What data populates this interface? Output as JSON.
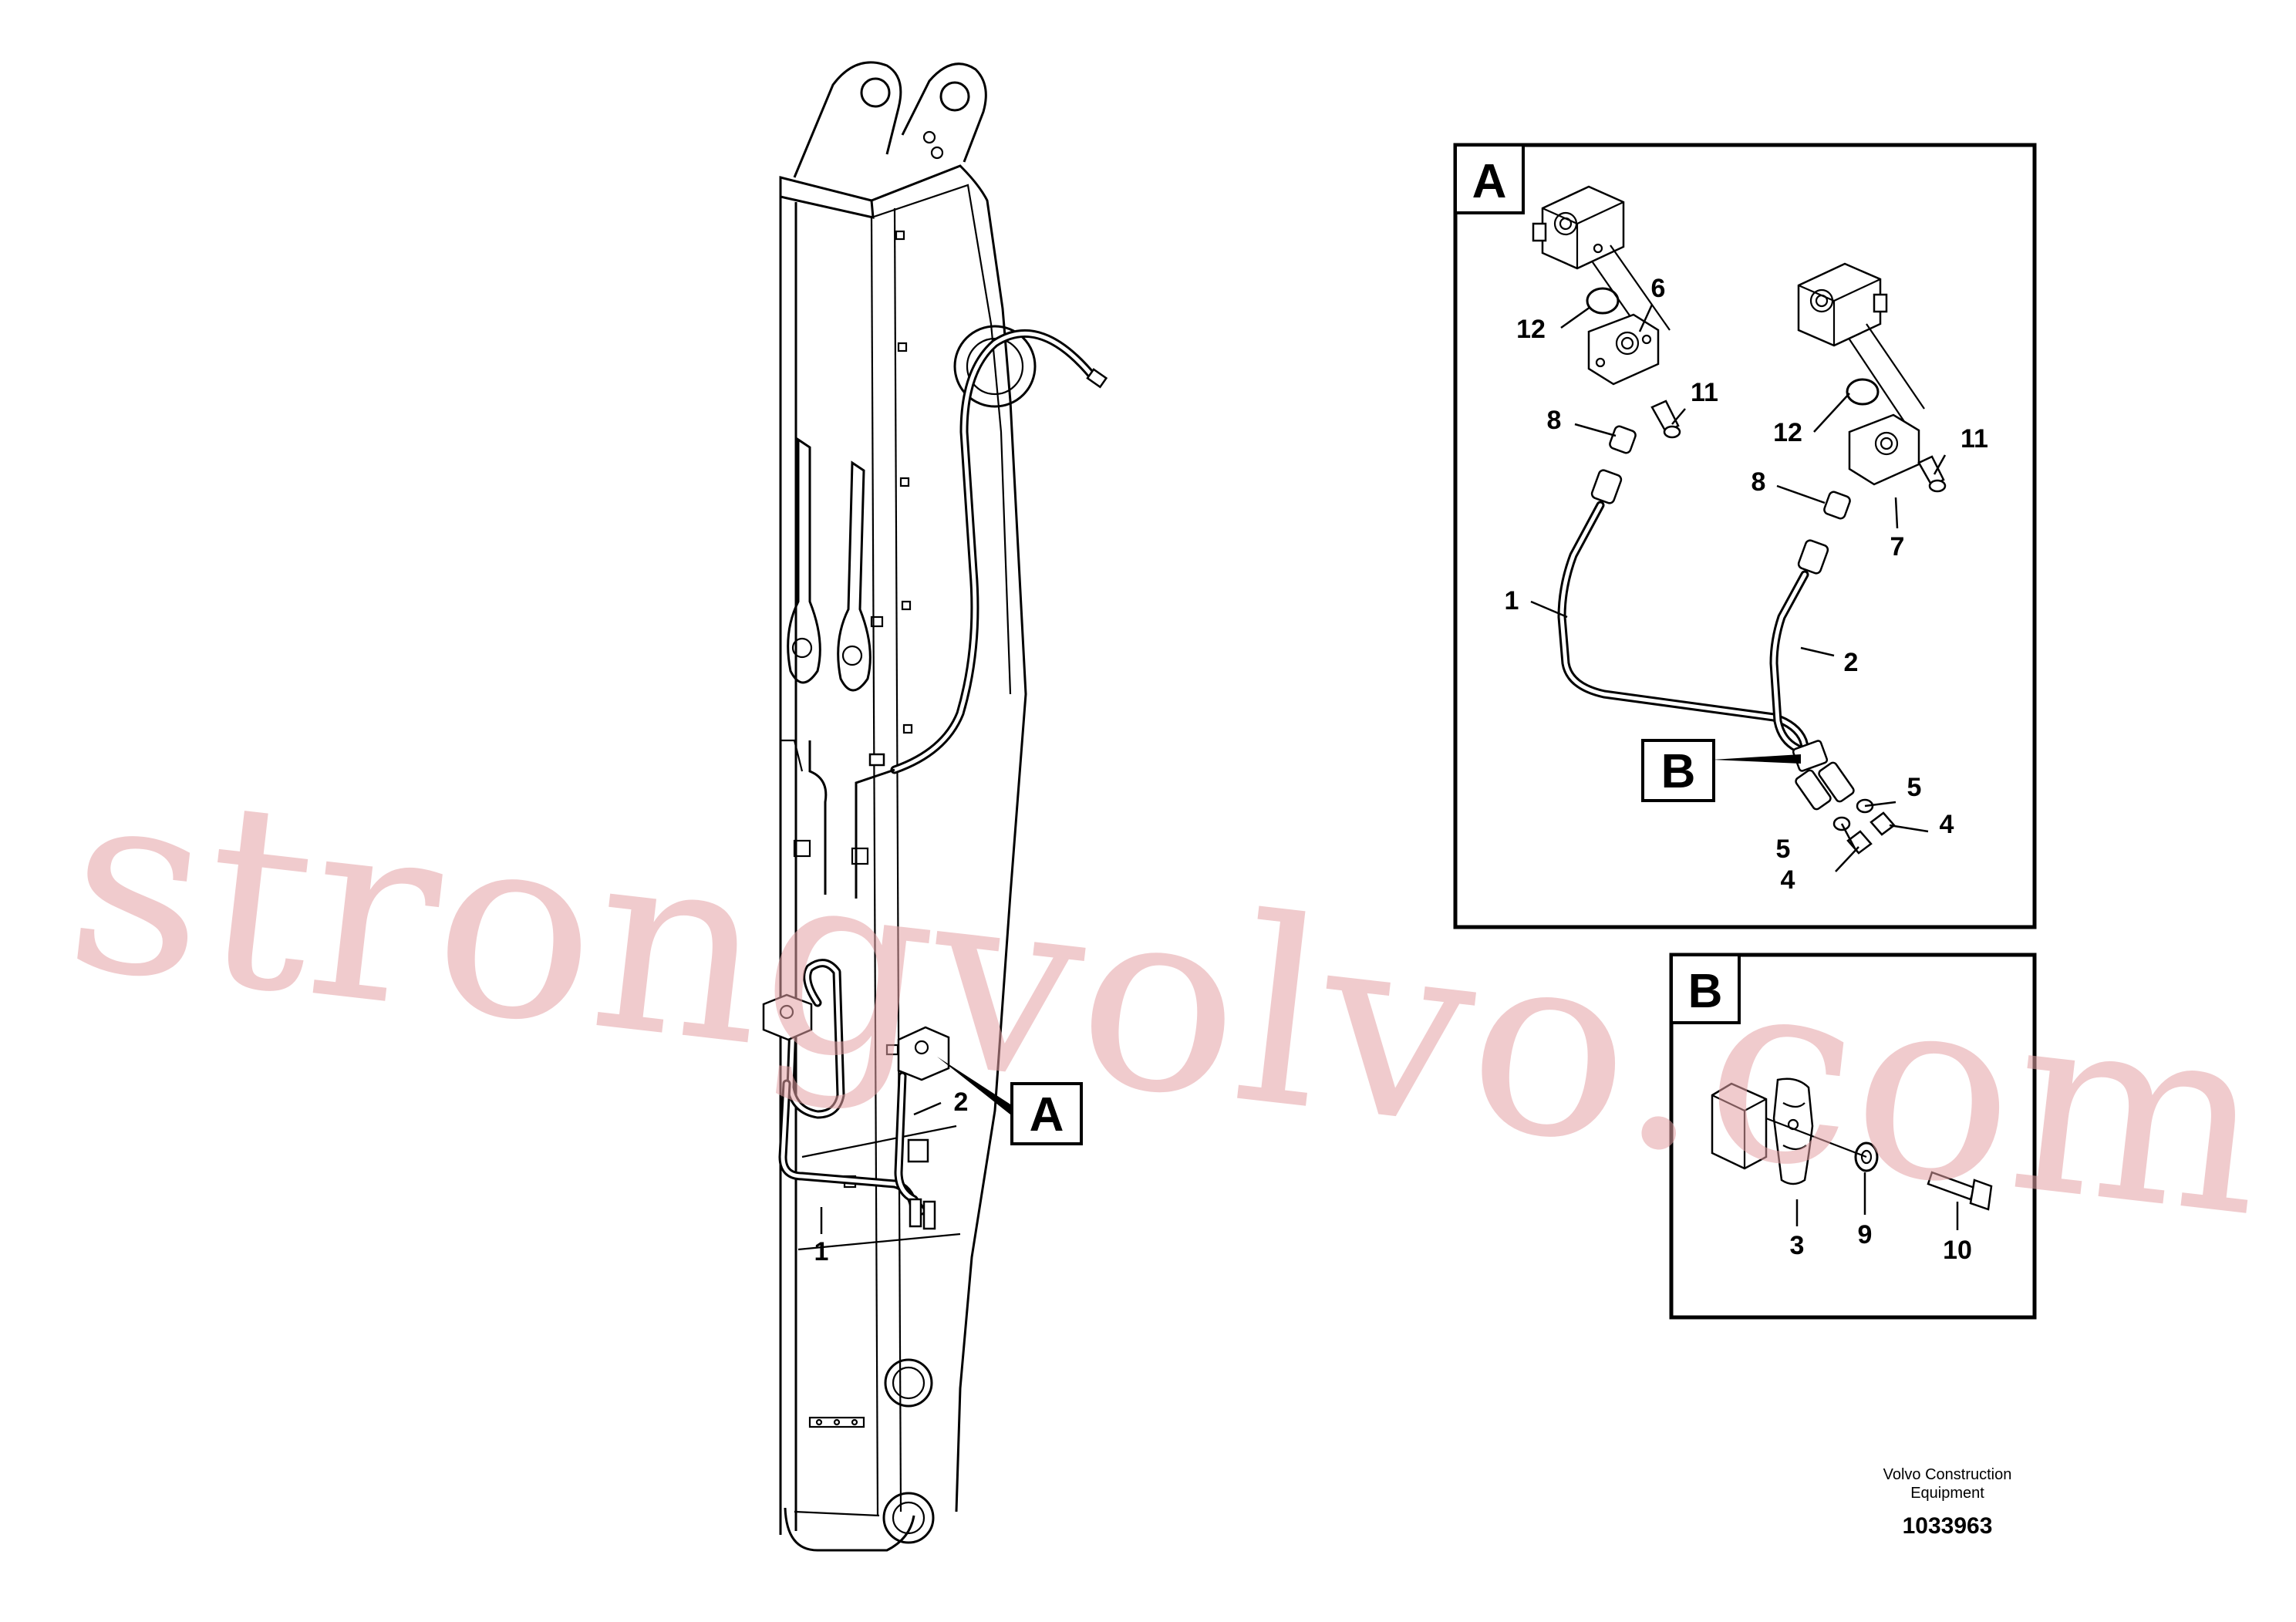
{
  "labels": {
    "n1": "1",
    "n2": "2",
    "n3": "3",
    "n4": "4",
    "n5": "5",
    "n6": "6",
    "n7": "7",
    "n8": "8",
    "n9": "9",
    "n10": "10",
    "n11": "11",
    "n12": "12"
  },
  "callouts": {
    "a": "A",
    "b": "B"
  },
  "credit": {
    "line1": "Volvo Construction",
    "line2": "Equipment"
  },
  "doc_number": "1033963",
  "watermark": "strongvolvo.com"
}
